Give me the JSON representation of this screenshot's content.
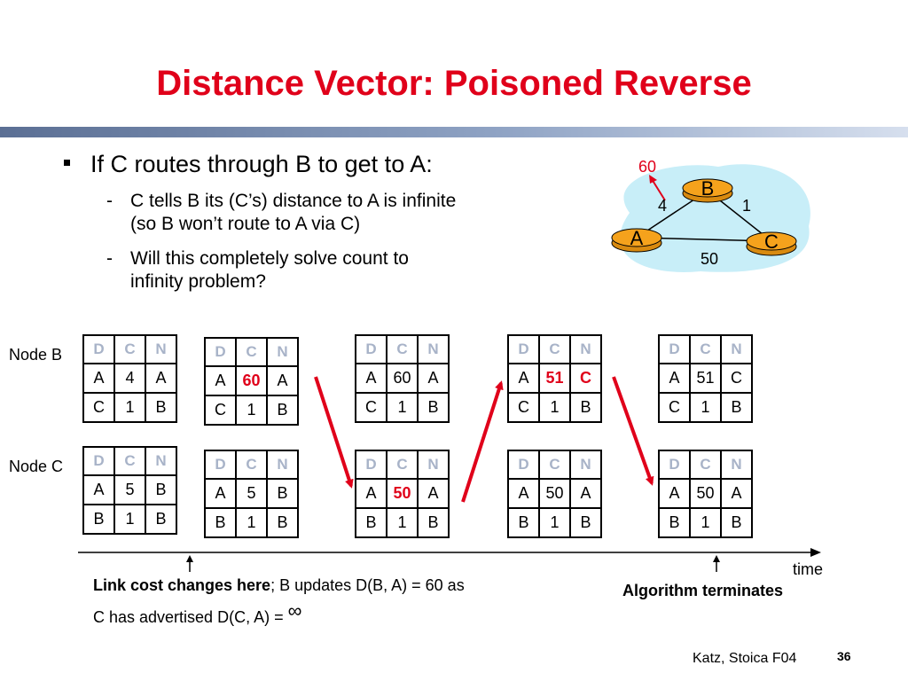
{
  "title": "Distance Vector: Poisoned Reverse",
  "bullet": "If C routes through B to get to A:",
  "subpoints": [
    {
      "dash": "-",
      "lines": [
        "C tells B its (C’s) distance to A is infinite",
        "(so B won’t route to A via C)"
      ]
    },
    {
      "dash": "-",
      "lines": [
        "Will this completely solve count to",
        "infinity problem?"
      ]
    }
  ],
  "topology": {
    "nodes": [
      "A",
      "B",
      "C"
    ],
    "links": [
      {
        "ends": "A-B",
        "cost": "4",
        "new_cost": "60"
      },
      {
        "ends": "B-C",
        "cost": "1"
      },
      {
        "ends": "A-C",
        "cost": "50"
      }
    ],
    "colors": {
      "cloud": "#c8eef8",
      "router": "#f5a21c",
      "change_arrow": "#e0001a"
    }
  },
  "row_labels": {
    "node_b": "Node B",
    "node_c": "Node C"
  },
  "header": [
    "D",
    "C",
    "N"
  ],
  "tables": [
    {
      "b": [
        [
          "A",
          "4",
          "A"
        ],
        [
          "C",
          "1",
          "B"
        ]
      ],
      "c": [
        [
          "A",
          "5",
          "B"
        ],
        [
          "B",
          "1",
          "B"
        ]
      ]
    },
    {
      "b": [
        [
          "A",
          "60",
          "A"
        ],
        [
          "C",
          "1",
          "B"
        ]
      ],
      "c": [
        [
          "A",
          "5",
          "B"
        ],
        [
          "B",
          "1",
          "B"
        ]
      ]
    },
    {
      "b": [
        [
          "A",
          "60",
          "A"
        ],
        [
          "C",
          "1",
          "B"
        ]
      ],
      "c": [
        [
          "A",
          "50",
          "A"
        ],
        [
          "B",
          "1",
          "B"
        ]
      ]
    },
    {
      "b": [
        [
          "A",
          "51",
          "C"
        ],
        [
          "C",
          "1",
          "B"
        ]
      ],
      "c": [
        [
          "A",
          "50",
          "A"
        ],
        [
          "B",
          "1",
          "B"
        ]
      ]
    },
    {
      "b": [
        [
          "A",
          "51",
          "C"
        ],
        [
          "C",
          "1",
          "B"
        ]
      ],
      "c": [
        [
          "A",
          "50",
          "A"
        ],
        [
          "B",
          "1",
          "B"
        ]
      ]
    }
  ],
  "timeline": {
    "label": "time",
    "caption_bold": "Link cost changes here",
    "caption_rest": "; B updates D(B, A) = 60 as",
    "caption_line2": "C has advertised D(C, A) = ",
    "infinity": "∞",
    "terminates": "Algorithm terminates"
  },
  "footer": {
    "credit": "Katz, Stoica F04",
    "page": "36"
  }
}
